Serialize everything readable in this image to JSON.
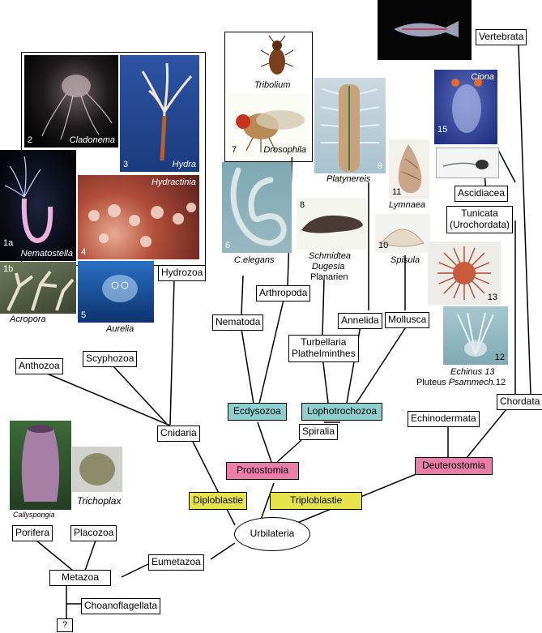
{
  "nodes": {
    "vertebrata": "Vertebrata",
    "ascidiacea": "Ascidiacea",
    "tunicata_1": "Tunicata",
    "tunicata_2": "(Urochordata)",
    "chordata": "Chordata",
    "echinodermata": "Echinodermata",
    "deuterostomia": "Deuterostomia",
    "mollusca": "Mollusca",
    "annelida": "Annelida",
    "turbellaria_1": "Turbellaria",
    "turbellaria_2": "Plathelminthes",
    "lophotrochozoa": "Lophotrochozoa",
    "spiralia": "Spiralia",
    "arthropoda": "Arthropoda",
    "nematoda": "Nematoda",
    "ecdysozoa": "Ecdysozoa",
    "protostomia": "Protostomia",
    "triploblastie": "Triploblastie",
    "diploblastie": "Diploblastie",
    "urbilateria": "Urbilateria",
    "hydrozoa": "Hydrozoa",
    "scyphozoa": "Scyphozoa",
    "anthozoa": "Anthozoa",
    "cnidaria": "Cnidaria",
    "eumetazoa": "Eumetazoa",
    "porifera": "Porifera",
    "placozoa": "Placozoa",
    "metazoa": "Metazoa",
    "choanoflagellata": "Choanoflagellata",
    "unknown": "?"
  },
  "labels": {
    "celegans": "C.elegans",
    "schmidtea_1": "Schmidtea",
    "schmidtea_2": "Dugesia",
    "schmidtea_3": "Planarien",
    "spisula": "Spisula",
    "platynereis": "Platynereis",
    "lymnaea": "Lymnaea",
    "tribolium": "Tribolium",
    "acropora": "Acropora",
    "aurelia": "Aurelia",
    "echinus_line1_a": "Echinus",
    "echinus_line1_b": " 13",
    "echinus_line2_a": "Pluteus ",
    "echinus_line2_b": "Psammech.",
    "echinus_line2_c": "12",
    "callyspongia": "Callyspongia",
    "trichoplax": "Trichoplax"
  },
  "photos": {
    "cladonema": {
      "num": "2",
      "name": "Cladonema"
    },
    "hydra": {
      "num": "3",
      "name": "Hydra"
    },
    "hydractinia": {
      "num": "4",
      "name": "Hydractinia"
    },
    "nematostella": {
      "num": "1a",
      "name": "Nematostella"
    },
    "acropora": {
      "num": "1b"
    },
    "aurelia": {
      "num": "5"
    },
    "celegans": {
      "num": "6"
    },
    "drosophila": {
      "num": "7",
      "name": "Drosophila"
    },
    "schmidtea": {
      "num": "8"
    },
    "platynereis": {
      "num": "9"
    },
    "spisula": {
      "num": "10"
    },
    "lymnaea": {
      "num": "11"
    },
    "echinus": {
      "num": "12"
    },
    "urchin": {
      "num": "13"
    },
    "ciona": {
      "num": "15",
      "name": "Ciona"
    }
  },
  "colors": {
    "ecdysozoa_fill": "#8fd0cf",
    "protostomia_fill": "#e97ea8",
    "blastie_fill": "#e6e44a"
  }
}
